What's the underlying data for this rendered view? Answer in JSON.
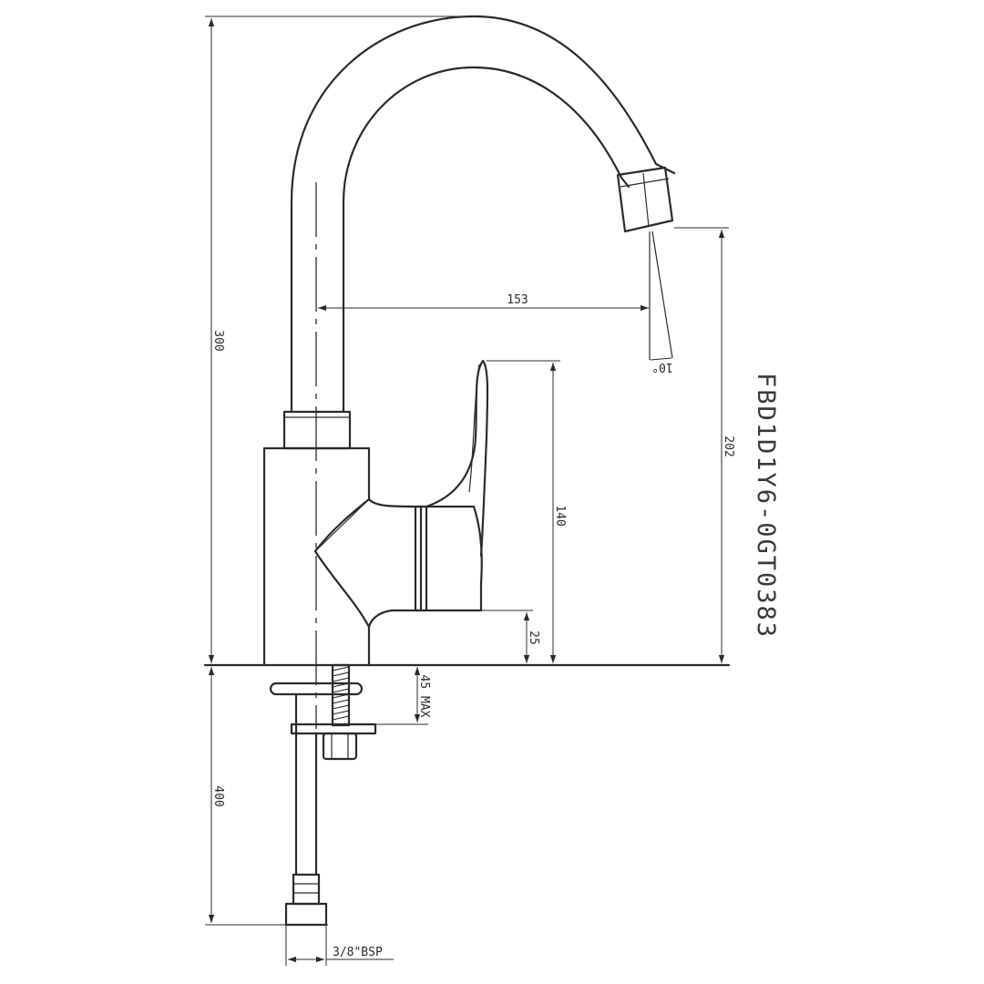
{
  "drawing": {
    "product_code": "FBD1D1Y6-0GT0383",
    "dimensions": {
      "total_height": "300",
      "spout_reach": "153",
      "outlet_height": "202",
      "lever_height": "140",
      "lever_base": "25",
      "mount_thickness": "45 MAX",
      "hose_length": "400",
      "connection": "3/8\"BSP",
      "outlet_angle": "10°"
    }
  }
}
